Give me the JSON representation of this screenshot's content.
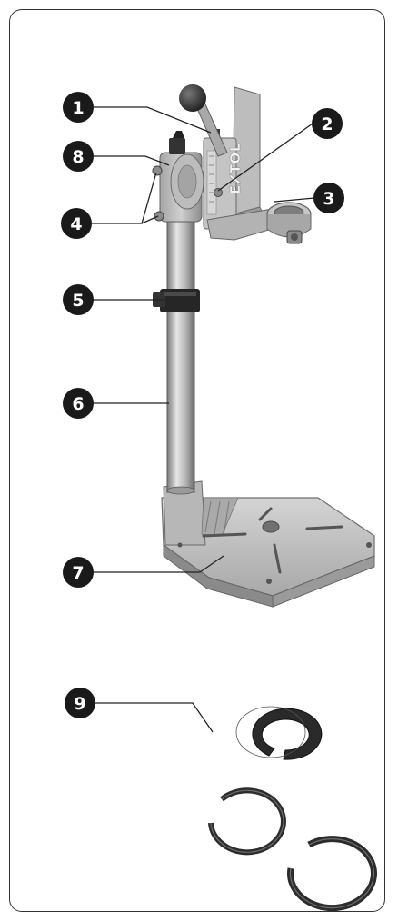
{
  "brand": "EXTOL",
  "callouts": [
    {
      "id": "c1",
      "number": "1"
    },
    {
      "id": "c2",
      "number": "2"
    },
    {
      "id": "c3",
      "number": "3"
    },
    {
      "id": "c4",
      "number": "4"
    },
    {
      "id": "c5",
      "number": "5"
    },
    {
      "id": "c6",
      "number": "6"
    },
    {
      "id": "c7",
      "number": "7"
    },
    {
      "id": "c8",
      "number": "8"
    },
    {
      "id": "c9",
      "number": "9"
    }
  ],
  "colors": {
    "callout_fill": "#1a1a1a",
    "callout_text": "#ffffff",
    "metal_light": "#c9c9c9",
    "metal_mid": "#9e9e9e",
    "metal_dark": "#5c5c5c",
    "rubber": "#2b2b2b"
  }
}
